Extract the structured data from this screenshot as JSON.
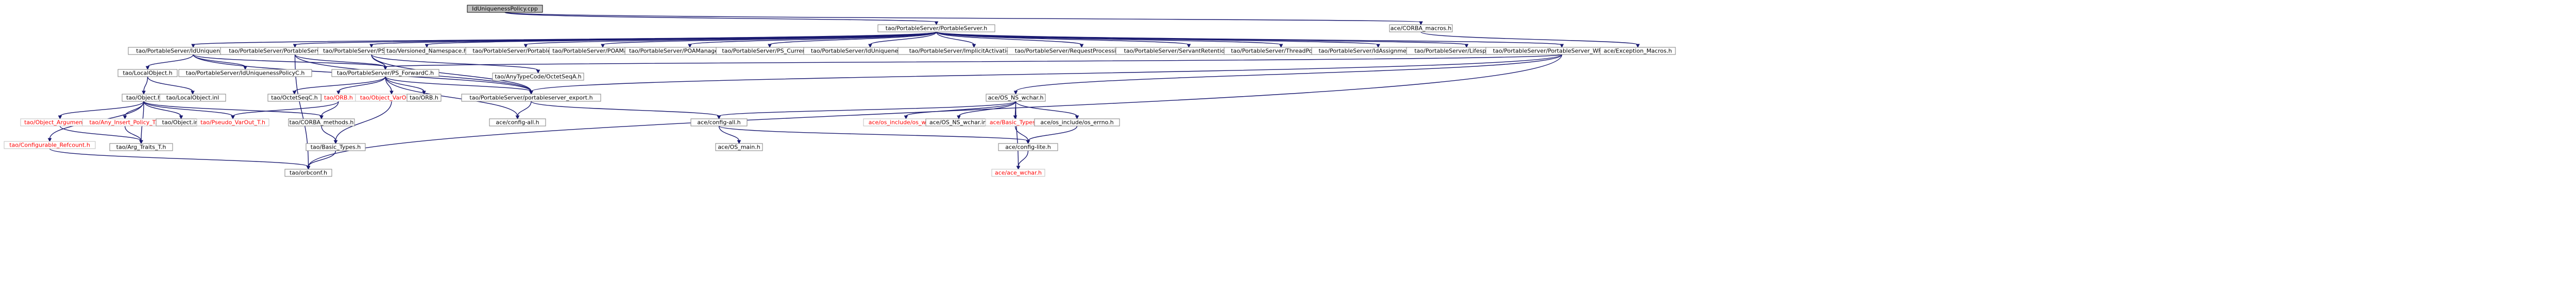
{
  "graph": {
    "nodes": [
      {
        "id": "root",
        "label": "IdUniquenessPolicy.cpp",
        "kind": "root"
      },
      {
        "id": "pserver",
        "label": "tao/PortableServer/PortableServer.h",
        "kind": "link"
      },
      {
        "id": "corba_macros",
        "label": "ace/CORBA_macros.h",
        "kind": "link"
      },
      {
        "id": "idu_h",
        "label": "tao/PortableServer/IdUniquenessPolicy.h",
        "kind": "link"
      },
      {
        "id": "pfunc",
        "label": "tao/PortableServer/PortableServer_Functions.h",
        "kind": "link"
      },
      {
        "id": "ps_fwd",
        "label": "tao/PortableServer/PS_ForwardA.h",
        "kind": "link"
      },
      {
        "id": "versioned",
        "label": "tao/Versioned_Namespace.h",
        "kind": "link"
      },
      {
        "id": "pservC",
        "label": "tao/PortableServer/PortableServerC.h",
        "kind": "link"
      },
      {
        "id": "poamgr",
        "label": "tao/PortableServer/POAManagerC.h",
        "kind": "link"
      },
      {
        "id": "poamgrfac",
        "label": "tao/PortableServer/POAManagerFactoryC.h",
        "kind": "link"
      },
      {
        "id": "ps_current",
        "label": "tao/PortableServer/PS_CurrentC.h",
        "kind": "link"
      },
      {
        "id": "idunia",
        "label": "tao/PortableServer/IdUniquenessPolicyA.h",
        "kind": "link"
      },
      {
        "id": "implicit",
        "label": "tao/PortableServer/ImplicitActivationPolicyA.h",
        "kind": "link"
      },
      {
        "id": "reqproc",
        "label": "tao/PortableServer/RequestProcessingPolicyA.h",
        "kind": "link"
      },
      {
        "id": "servret",
        "label": "tao/PortableServer/ServantRetentionPolicyA.h",
        "kind": "link"
      },
      {
        "id": "thread",
        "label": "tao/PortableServer/ThreadPolicyA.h",
        "kind": "link"
      },
      {
        "id": "idassign",
        "label": "tao/PortableServer/IdAssignmentPolicyA.h",
        "kind": "link"
      },
      {
        "id": "lifespan",
        "label": "tao/PortableServer/LifespanPolicyA.h",
        "kind": "link"
      },
      {
        "id": "wfunc",
        "label": "tao/PortableServer/PortableServer_WFunctions.h",
        "kind": "link"
      },
      {
        "id": "exc_macros",
        "label": "ace/Exception_Macros.h",
        "kind": "link"
      },
      {
        "id": "localobj",
        "label": "tao/LocalObject.h",
        "kind": "link"
      },
      {
        "id": "iduC",
        "label": "tao/PortableServer/IdUniquenessPolicyC.h",
        "kind": "link"
      },
      {
        "id": "ps_forwardC",
        "label": "tao/PortableServer/PS_ForwardC.h",
        "kind": "link"
      },
      {
        "id": "anytypecode",
        "label": "tao/AnyTypeCode/OctetSeqA.h",
        "kind": "link"
      },
      {
        "id": "object",
        "label": "tao/Object.h",
        "kind": "link"
      },
      {
        "id": "localobj_inl",
        "label": "tao/LocalObject.inl",
        "kind": "link"
      },
      {
        "id": "octetseq",
        "label": "tao/OctetSeqC.h",
        "kind": "link"
      },
      {
        "id": "orb",
        "label": "tao/ORB.h",
        "kind": "bad"
      },
      {
        "id": "objvar",
        "label": "tao/Object_VarOut_T.h",
        "kind": "bad"
      },
      {
        "id": "orb_h",
        "label": "tao/ORB.h",
        "kind": "link"
      },
      {
        "id": "portexp",
        "label": "tao/PortableServer/portableserver_export.h",
        "kind": "link"
      },
      {
        "id": "os_ns",
        "label": "ace/OS_NS_wchar.h",
        "kind": "link"
      },
      {
        "id": "obj_arg",
        "label": "tao/Object_Argument_T.h",
        "kind": "bad"
      },
      {
        "id": "any_insert",
        "label": "tao/Any_Insert_Policy_T.h",
        "kind": "bad"
      },
      {
        "id": "object_inl",
        "label": "tao/Object.inl",
        "kind": "link"
      },
      {
        "id": "pseudo",
        "label": "tao/Pseudo_VarOut_T.h",
        "kind": "bad"
      },
      {
        "id": "corba_methods",
        "label": "tao/CORBA_methods.h",
        "kind": "link"
      },
      {
        "id": "configall",
        "label": "ace/config-all.h",
        "kind": "link"
      },
      {
        "id": "config",
        "label": "ace/config-all.h",
        "kind": "link"
      },
      {
        "id": "os_include",
        "label": "ace/os_include/os_wchar.h",
        "kind": "bad"
      },
      {
        "id": "os_ns_inl",
        "label": "ace/OS_NS_wchar.inl",
        "kind": "link"
      },
      {
        "id": "basic_types_ace",
        "label": "ace/Basic_Types.h",
        "kind": "bad"
      },
      {
        "id": "os_errno",
        "label": "ace/os_include/os_errno.h",
        "kind": "link"
      },
      {
        "id": "configurable",
        "label": "tao/Configurable_Refcount.h",
        "kind": "bad"
      },
      {
        "id": "arg_traits",
        "label": "tao/Arg_Traits_T.h",
        "kind": "link"
      },
      {
        "id": "basic_types",
        "label": "tao/Basic_Types.h",
        "kind": "link"
      },
      {
        "id": "os_main",
        "label": "ace/OS_main.h",
        "kind": "link"
      },
      {
        "id": "config_lite",
        "label": "ace/config-lite.h",
        "kind": "link"
      },
      {
        "id": "orbconf",
        "label": "tao/orbconf.h",
        "kind": "link"
      },
      {
        "id": "ace_wchar",
        "label": "ace/ace_wchar.h",
        "kind": "bad"
      }
    ],
    "edges": [
      [
        "root",
        "pserver"
      ],
      [
        "root",
        "corba_macros"
      ],
      [
        "pserver",
        "idu_h"
      ],
      [
        "pserver",
        "pfunc"
      ],
      [
        "pserver",
        "ps_fwd"
      ],
      [
        "pserver",
        "versioned"
      ],
      [
        "pserver",
        "pservC"
      ],
      [
        "pserver",
        "poamgr"
      ],
      [
        "pserver",
        "poamgrfac"
      ],
      [
        "pserver",
        "ps_current"
      ],
      [
        "pserver",
        "idunia"
      ],
      [
        "pserver",
        "implicit"
      ],
      [
        "pserver",
        "reqproc"
      ],
      [
        "pserver",
        "servret"
      ],
      [
        "pserver",
        "thread"
      ],
      [
        "pserver",
        "idassign"
      ],
      [
        "pserver",
        "lifespan"
      ],
      [
        "pserver",
        "wfunc"
      ],
      [
        "corba_macros",
        "exc_macros"
      ],
      [
        "idu_h",
        "localobj"
      ],
      [
        "idu_h",
        "iduC"
      ],
      [
        "idu_h",
        "portexp"
      ],
      [
        "idu_h",
        "ps_forwardC"
      ],
      [
        "pfunc",
        "ps_forwardC"
      ],
      [
        "pfunc",
        "portexp"
      ],
      [
        "pfunc",
        "orbconf"
      ],
      [
        "ps_fwd",
        "anytypecode"
      ],
      [
        "ps_fwd",
        "ps_forwardC"
      ],
      [
        "ps_fwd",
        "portexp"
      ],
      [
        "wfunc",
        "portexp"
      ],
      [
        "wfunc",
        "os_ns"
      ],
      [
        "wfunc",
        "ps_forwardC"
      ],
      [
        "wfunc",
        "orbconf"
      ],
      [
        "localobj",
        "object"
      ],
      [
        "localobj",
        "localobj_inl"
      ],
      [
        "ps_forwardC",
        "octetseq"
      ],
      [
        "ps_forwardC",
        "orb"
      ],
      [
        "ps_forwardC",
        "objvar"
      ],
      [
        "ps_forwardC",
        "orb_h"
      ],
      [
        "ps_forwardC",
        "portexp"
      ],
      [
        "ps_forwardC",
        "configall"
      ],
      [
        "portexp",
        "config"
      ],
      [
        "portexp",
        "configall"
      ],
      [
        "object",
        "obj_arg"
      ],
      [
        "object",
        "any_insert"
      ],
      [
        "object",
        "object_inl"
      ],
      [
        "object",
        "pseudo"
      ],
      [
        "object",
        "corba_methods"
      ],
      [
        "object",
        "configurable"
      ],
      [
        "object",
        "arg_traits"
      ],
      [
        "orb",
        "pseudo"
      ],
      [
        "orb",
        "corba_methods"
      ],
      [
        "objvar",
        "basic_types"
      ],
      [
        "os_ns",
        "os_include"
      ],
      [
        "os_ns",
        "os_ns_inl"
      ],
      [
        "os_ns",
        "basic_types_ace"
      ],
      [
        "os_ns",
        "os_errno"
      ],
      [
        "os_ns",
        "config"
      ],
      [
        "os_ns",
        "ace_wchar"
      ],
      [
        "config",
        "os_main"
      ],
      [
        "config",
        "config_lite"
      ],
      [
        "basic_types_ace",
        "config_lite"
      ],
      [
        "os_errno",
        "config_lite"
      ],
      [
        "config_lite",
        "ace_wchar"
      ],
      [
        "any_insert",
        "arg_traits"
      ],
      [
        "obj_arg",
        "arg_traits"
      ],
      [
        "configurable",
        "orbconf"
      ],
      [
        "corba_methods",
        "basic_types"
      ],
      [
        "basic_types",
        "orbconf"
      ]
    ]
  }
}
